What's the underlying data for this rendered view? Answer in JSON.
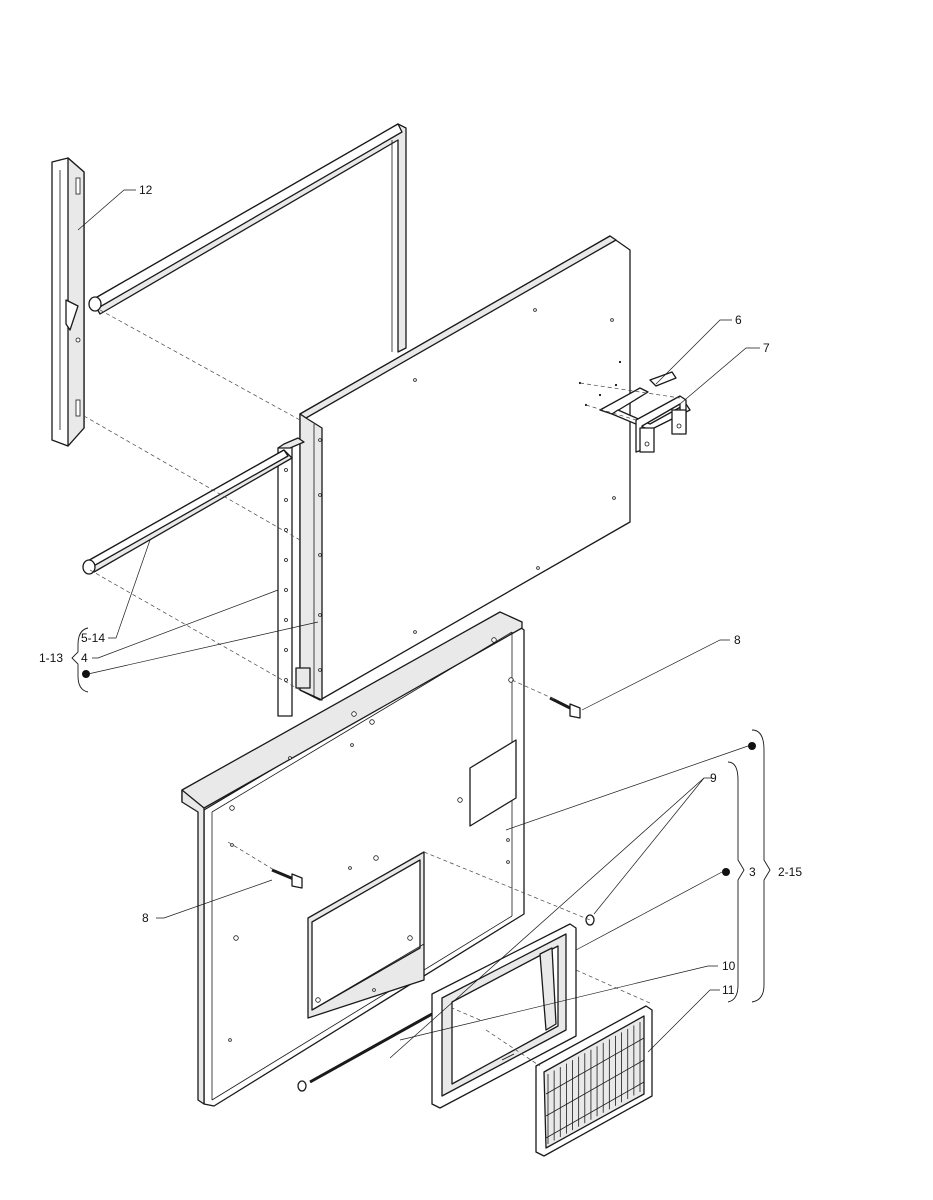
{
  "callouts": {
    "c12": "12",
    "c6": "6",
    "c7": "7",
    "c5_14": "5-14",
    "c4": "4",
    "c1_13": "1-13",
    "c8_top": "8",
    "c9": "9",
    "c3": "3",
    "c2_15": "2-15",
    "c8_left": "8",
    "c10": "10",
    "c11": "11"
  }
}
